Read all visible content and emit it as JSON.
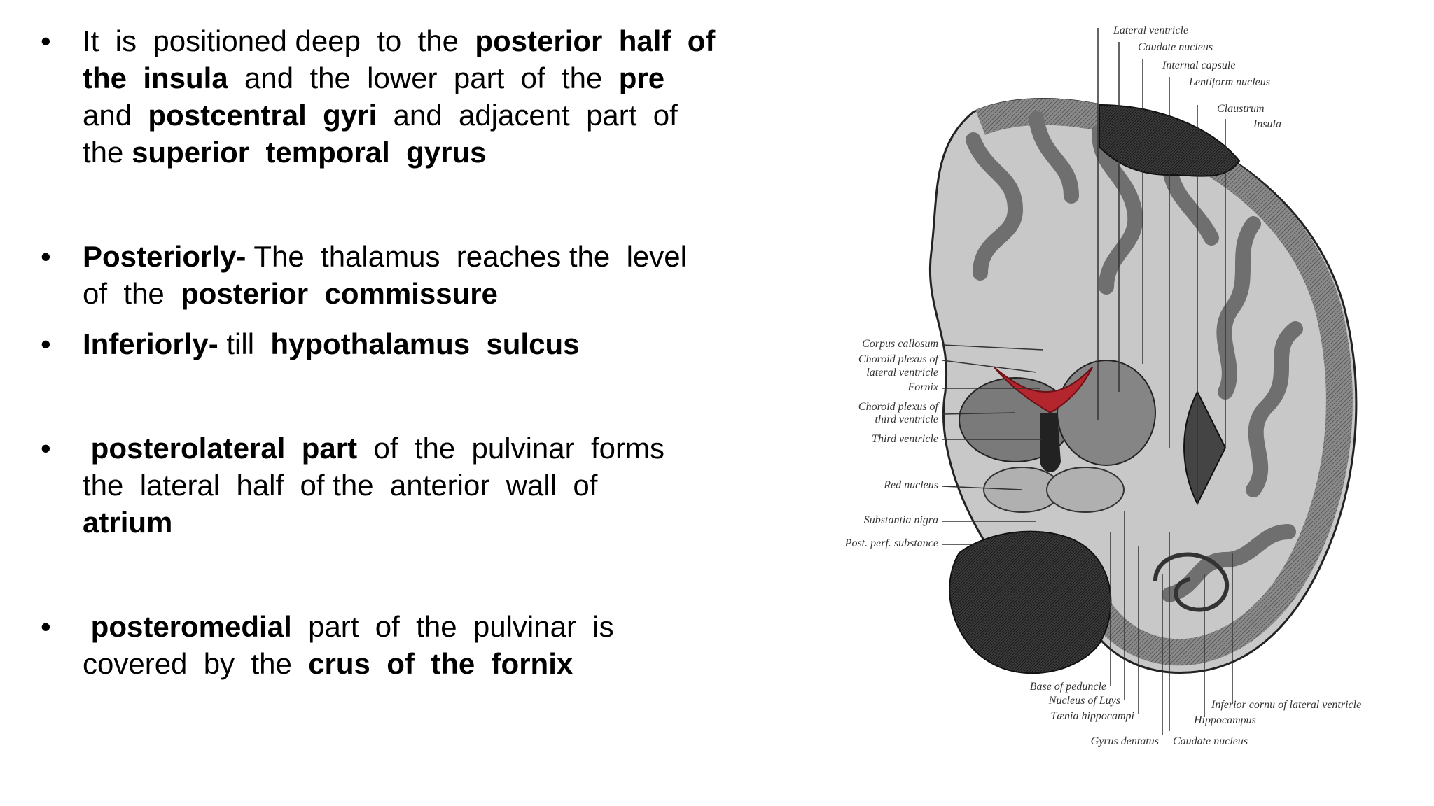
{
  "bullets": [
    {
      "id": "position",
      "dot": "•",
      "lines": [
        [
          {
            "t": "It  is  positioned deep  to  the  "
          },
          {
            "t": "posterior  half  of",
            "b": true
          }
        ],
        [
          {
            "t": "the  insula",
            "b": true
          },
          {
            "t": "  and  the  lower  part  of  the  "
          },
          {
            "t": "pre",
            "b": true
          }
        ],
        [
          {
            "t": "and  "
          },
          {
            "t": "postcentral  gyri",
            "b": true
          },
          {
            "t": "  and  adjacent  part  of"
          }
        ],
        [
          {
            "t": "the "
          },
          {
            "t": "superior  temporal  gyrus",
            "b": true
          }
        ]
      ]
    },
    {
      "id": "posteriorly",
      "dot": "•",
      "lines": [
        [
          {
            "t": "Posteriorly-",
            "b": true
          },
          {
            "t": " The  thalamus  reaches the  level"
          }
        ],
        [
          {
            "t": "of  the  "
          },
          {
            "t": "posterior  commissure",
            "b": true
          }
        ]
      ]
    },
    {
      "id": "inferiorly",
      "dot": "•",
      "lines": [
        [
          {
            "t": "Inferiorly-",
            "b": true
          },
          {
            "t": " till  "
          },
          {
            "t": "hypothalamus  sulcus",
            "b": true
          }
        ]
      ]
    },
    {
      "id": "posterolateral",
      "dot": "•",
      "lines": [
        [
          {
            "t": " "
          },
          {
            "t": "posterolateral  part",
            "b": true
          },
          {
            "t": "  of  the  pulvinar  forms"
          }
        ],
        [
          {
            "t": "the  lateral  half  of the  anterior  wall  of"
          }
        ],
        [
          {
            "t": "atrium",
            "b": true
          }
        ]
      ]
    },
    {
      "id": "posteromedial",
      "dot": "•",
      "lines": [
        [
          {
            "t": " "
          },
          {
            "t": "posteromedial",
            "b": true
          },
          {
            "t": "  part  of  the  pulvinar  is"
          }
        ],
        [
          {
            "t": "covered  by  the  "
          },
          {
            "t": "crus  of  the  fornix",
            "b": true
          }
        ]
      ]
    }
  ],
  "figure": {
    "labels_right": [
      "Lateral ventricle",
      "Caudate nucleus",
      "Internal capsule",
      "Lentiform nucleus",
      "Claustrum",
      "Insula"
    ],
    "labels_left": [
      "Corpus callosum",
      "Choroid plexus of",
      "lateral ventricle",
      "Fornix",
      "Choroid plexus of",
      "third ventricle",
      "Third ventricle",
      "Red nucleus",
      "Substantia nigra",
      "Post. perf. substance"
    ],
    "labels_bottom": [
      "Base of peduncle",
      "Nucleus of Luys",
      "Tænia hippocampi",
      "Gyrus dentatus",
      "Caudate nucleus",
      "Hippocampus",
      "Inferior cornu of lateral ventricle"
    ],
    "pons_label": "Pons",
    "choroid_color": "#b3262e"
  }
}
